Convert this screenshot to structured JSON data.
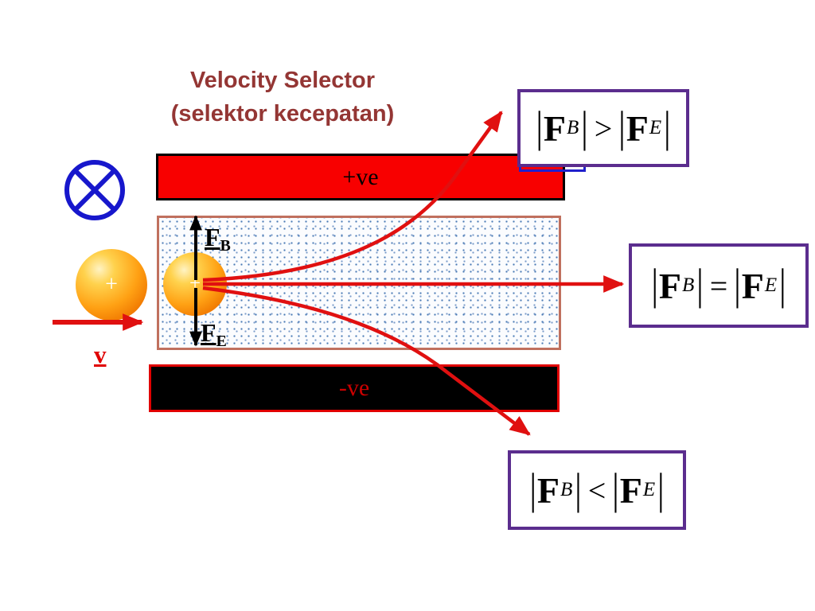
{
  "title": {
    "line1": "Velocity Selector",
    "line2": "(selektor kecepatan)"
  },
  "plates": {
    "top_label": "+ve",
    "bottom_label": "-ve"
  },
  "particles": {
    "charge_sign": "+"
  },
  "velocity_label": "v",
  "forces": {
    "symbol": "F",
    "magnetic_sub": "B",
    "electric_sub": "E"
  },
  "equations": {
    "bar": "|",
    "force": "F",
    "sub_b": "B",
    "sub_e": "E",
    "greater_op": ">",
    "equal_op": "=",
    "less_op": "<"
  },
  "icons": {
    "field_into_page": "circle-with-cross (magnetic field into page)"
  },
  "colors": {
    "title_text": "#943634",
    "plate_positive_fill": "#f80000",
    "plate_negative_fill": "#000000",
    "plate_negative_label": "#cc0000",
    "field_region_border": "#c0705e",
    "field_symbol_blue": "#1717cc",
    "trajectory_red": "#e01010",
    "equation_border_purple": "#5b2d8e",
    "sphere_orange": "#ffa114"
  }
}
